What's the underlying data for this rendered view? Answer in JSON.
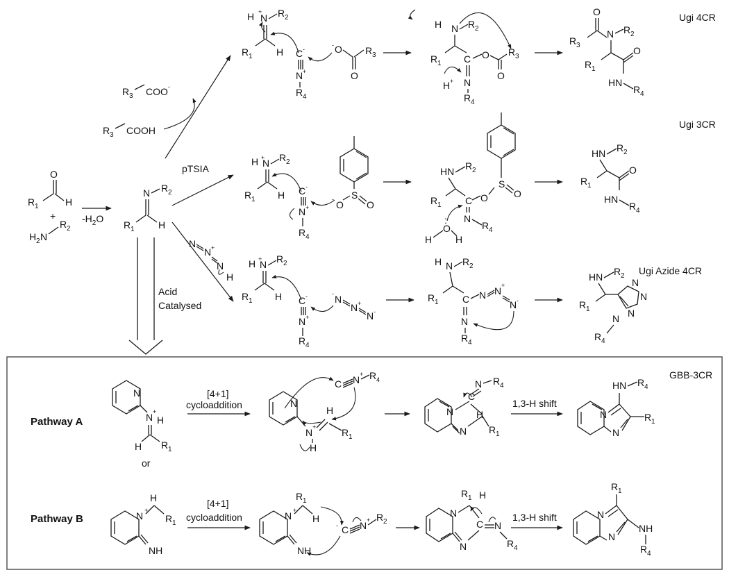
{
  "reaction_labels": {
    "ugi_4cr": "Ugi 4CR",
    "ugi_3cr": "Ugi 3CR",
    "ugi_azide_4cr": "Ugi Azide 4CR",
    "gbb_3cr": "GBB-3CR"
  },
  "conditions": {
    "minus_water": "-H",
    "minus_water_sub": "2",
    "minus_water_tail": "O",
    "ptsia": "pTSIA",
    "acid": "Acid",
    "catalysed": "Catalysed",
    "cycloaddition_bracket": "[4+1]",
    "cycloaddition": "cycloaddition",
    "h_shift": "1,3-H shift",
    "or": "or",
    "plus": "+"
  },
  "pathways": {
    "a": "Pathway A",
    "b": "Pathway B"
  },
  "reagents": {
    "acid": "R",
    "acid_sub": "3",
    "cooh": "COOH",
    "coo": "COO"
  },
  "colors": {
    "ink": "#111111",
    "box_border": "#555555",
    "background": "#ffffff"
  }
}
